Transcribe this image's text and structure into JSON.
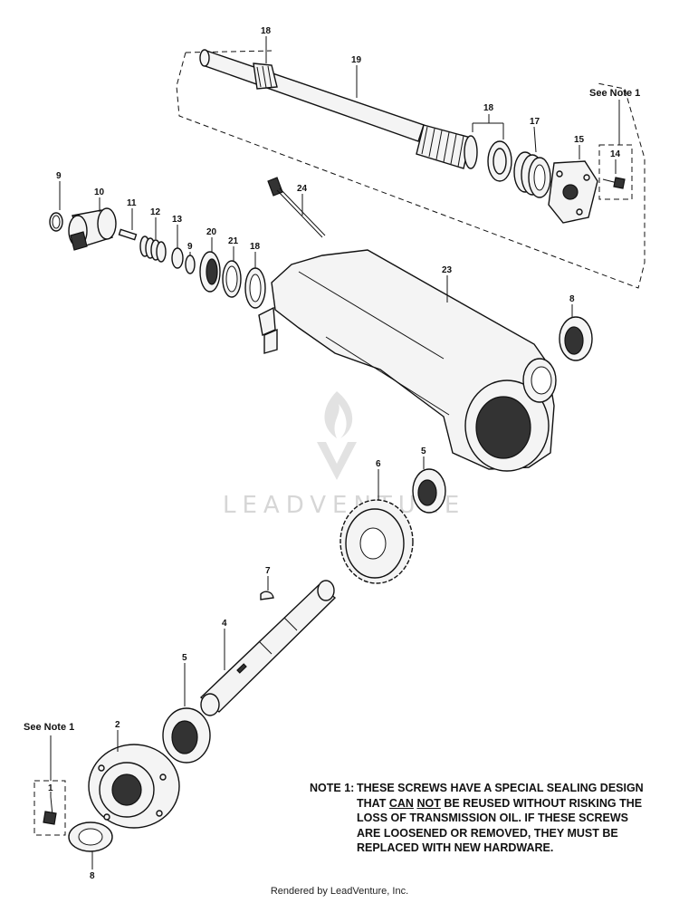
{
  "callouts": [
    {
      "id": "c18a",
      "text": "18"
    },
    {
      "id": "c19",
      "text": "19"
    },
    {
      "id": "c18b",
      "text": "18"
    },
    {
      "id": "c17",
      "text": "17"
    },
    {
      "id": "c15",
      "text": "15"
    },
    {
      "id": "c14",
      "text": "14"
    },
    {
      "id": "c9a",
      "text": "9"
    },
    {
      "id": "c10",
      "text": "10"
    },
    {
      "id": "c11",
      "text": "11"
    },
    {
      "id": "c12",
      "text": "12"
    },
    {
      "id": "c13",
      "text": "13"
    },
    {
      "id": "c9b",
      "text": "9"
    },
    {
      "id": "c20",
      "text": "20"
    },
    {
      "id": "c21",
      "text": "21"
    },
    {
      "id": "c18c",
      "text": "18"
    },
    {
      "id": "c24",
      "text": "24"
    },
    {
      "id": "c23",
      "text": "23"
    },
    {
      "id": "c8a",
      "text": "8"
    },
    {
      "id": "c5a",
      "text": "5"
    },
    {
      "id": "c6",
      "text": "6"
    },
    {
      "id": "c7",
      "text": "7"
    },
    {
      "id": "c4",
      "text": "4"
    },
    {
      "id": "c5b",
      "text": "5"
    },
    {
      "id": "c2",
      "text": "2"
    },
    {
      "id": "c1",
      "text": "1"
    },
    {
      "id": "c8b",
      "text": "8"
    }
  ],
  "see_note_top": "See Note 1",
  "see_note_bottom": "See Note 1",
  "note": {
    "label": "NOTE 1:",
    "line1": "THESE SCREWS HAVE A SPECIAL SEALING DESIGN",
    "line2_pre": "THAT ",
    "line2_can": "CAN",
    "line2_space": " ",
    "line2_not": "NOT",
    "line2_post": " BE REUSED WITHOUT RISKING THE",
    "line3": "LOSS OF TRANSMISSION OIL.  IF THESE SCREWS",
    "line4": "ARE LOOSENED OR REMOVED, THEY MUST BE",
    "line5": "REPLACED WITH NEW HARDWARE."
  },
  "watermark": "LEADVENTURE",
  "footer": "Rendered by LeadVenture, Inc."
}
